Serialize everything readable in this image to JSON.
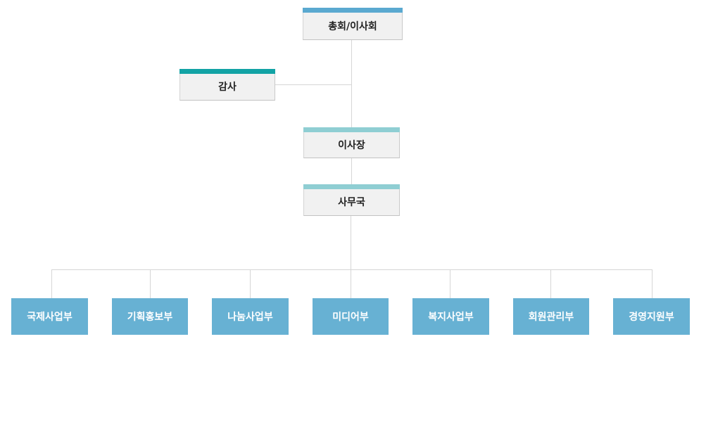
{
  "colors": {
    "top_bar": "#5aa9d0",
    "audit_bar": "#12a3a5",
    "mid_bar": "#8fced3",
    "dept_fill": "#67b1d3"
  },
  "org": {
    "assembly": "총회/이사회",
    "audit": "감사",
    "chairman": "이사장",
    "secretariat": "사무국",
    "departments": [
      "국제사업부",
      "기획홍보부",
      "나눔사업부",
      "미디어부",
      "복지사업부",
      "회원관리부",
      "경영지원부"
    ]
  }
}
